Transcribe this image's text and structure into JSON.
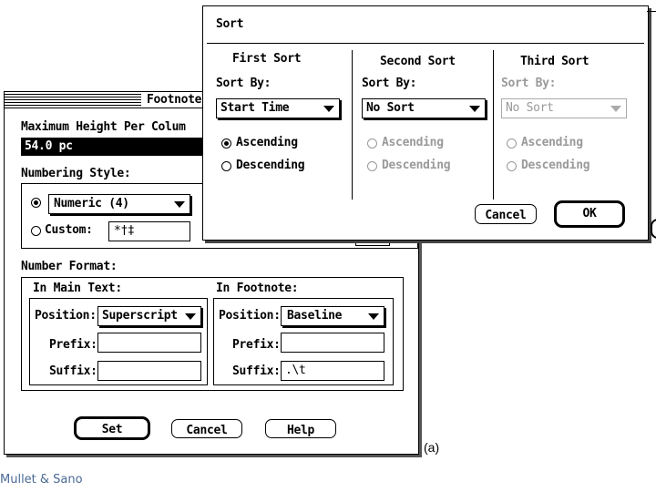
{
  "footnote": {
    "title": "Footnote",
    "max_height_label": "Maximum Height Per Colum",
    "max_height_value": "54.0 pc",
    "numbering_style_label": "Numbering Style:",
    "numeric_label": "Numeric  (4)",
    "custom_label": "Custom:",
    "custom_value": "*†‡",
    "number_format_label": "Number Format:",
    "in_main_text_label": "In Main Text:",
    "in_footnote_label": "In Footnote:",
    "position_label": "Position:",
    "main_position_value": "Superscript",
    "fn_position_value": "Baseline",
    "prefix_label": "Prefix:",
    "suffix_label": "Suffix:",
    "main_prefix_value": "",
    "main_suffix_value": "",
    "fn_prefix_value": "",
    "fn_suffix_value": ".\\t",
    "set_label": "Set",
    "cancel_label": "Cancel",
    "help_label": "Help"
  },
  "sort": {
    "title": "Sort",
    "first_sort_label": "First Sort",
    "second_sort_label": "Second Sort",
    "third_sort_label": "Third Sort",
    "sort_by_label": "Sort By:",
    "first_value": "Start Time",
    "second_value": "No Sort",
    "third_value": "No Sort",
    "ascending_label": "Ascending",
    "descending_label": "Descending",
    "cancel_label": "Cancel",
    "ok_label": "OK"
  },
  "caption": "(a)",
  "credit": "Mullet & Sano"
}
